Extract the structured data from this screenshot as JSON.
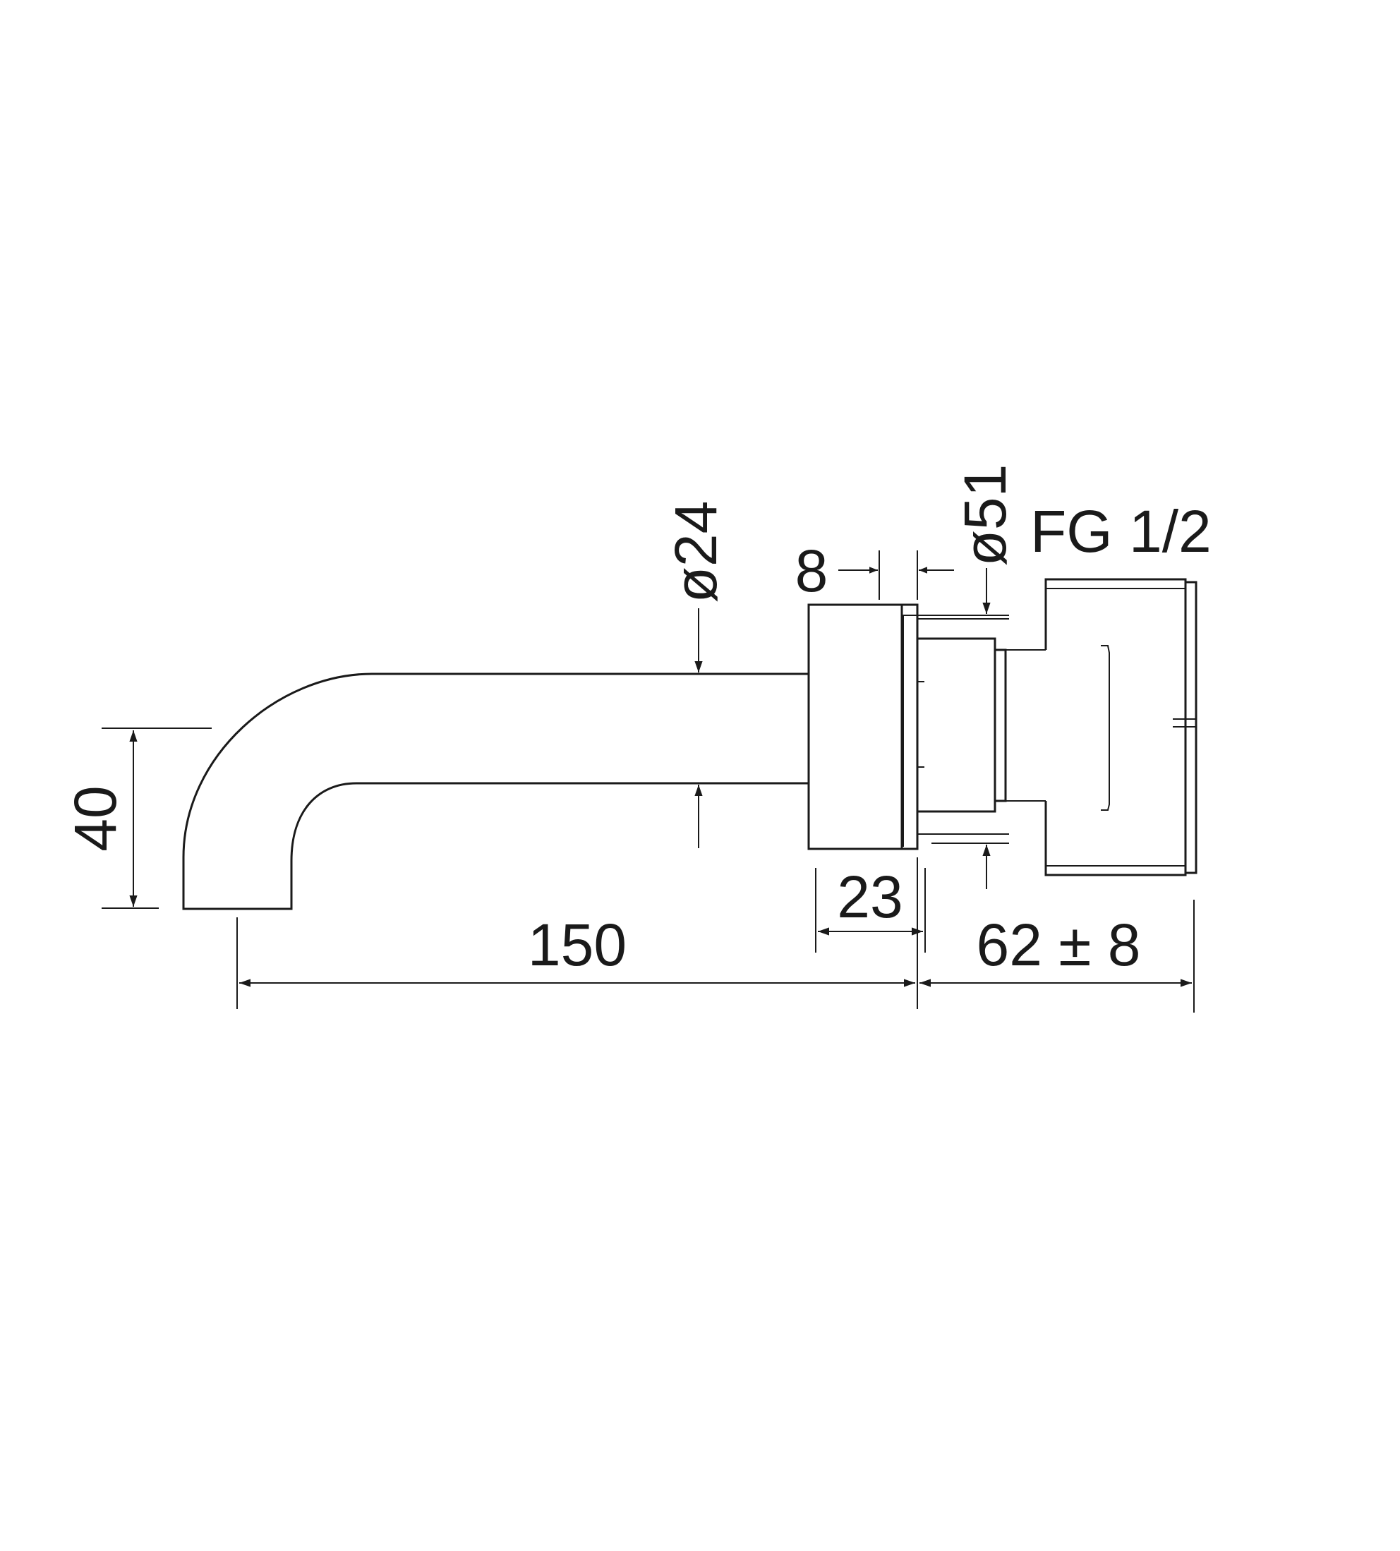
{
  "diagram": {
    "dimensions": {
      "spout_drop": "40",
      "spout_diameter": "ø24",
      "spout_length": "150",
      "rosette_thickness": "8",
      "rosette_diameter": "ø51",
      "rosette_depth": "23",
      "thread": "FG 1/2",
      "body_depth": "62 ± 8"
    },
    "colors": {
      "line": "#1a1a1a",
      "background": "#ffffff"
    }
  }
}
